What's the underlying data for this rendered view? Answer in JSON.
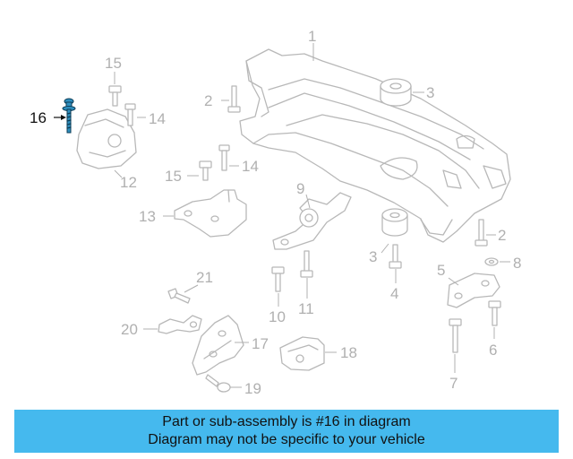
{
  "callouts": {
    "c1": "1",
    "c2a": "2",
    "c2b": "2",
    "c3a": "3",
    "c3b": "3",
    "c4": "4",
    "c5": "5",
    "c6": "6",
    "c7": "7",
    "c8": "8",
    "c9": "9",
    "c10": "10",
    "c11": "11",
    "c12": "12",
    "c13": "13",
    "c14a": "14",
    "c14b": "14",
    "c15a": "15",
    "c15b": "15",
    "c16": "16",
    "c17": "17",
    "c18": "18",
    "c19": "19",
    "c20": "20",
    "c21": "21"
  },
  "highlight": {
    "part_number": "16",
    "color": "#2e8fbf"
  },
  "banner": {
    "line1": "Part or sub-assembly is #16 in diagram",
    "line2": "Diagram may not be specific to your vehicle",
    "background": "#45b9ee"
  }
}
